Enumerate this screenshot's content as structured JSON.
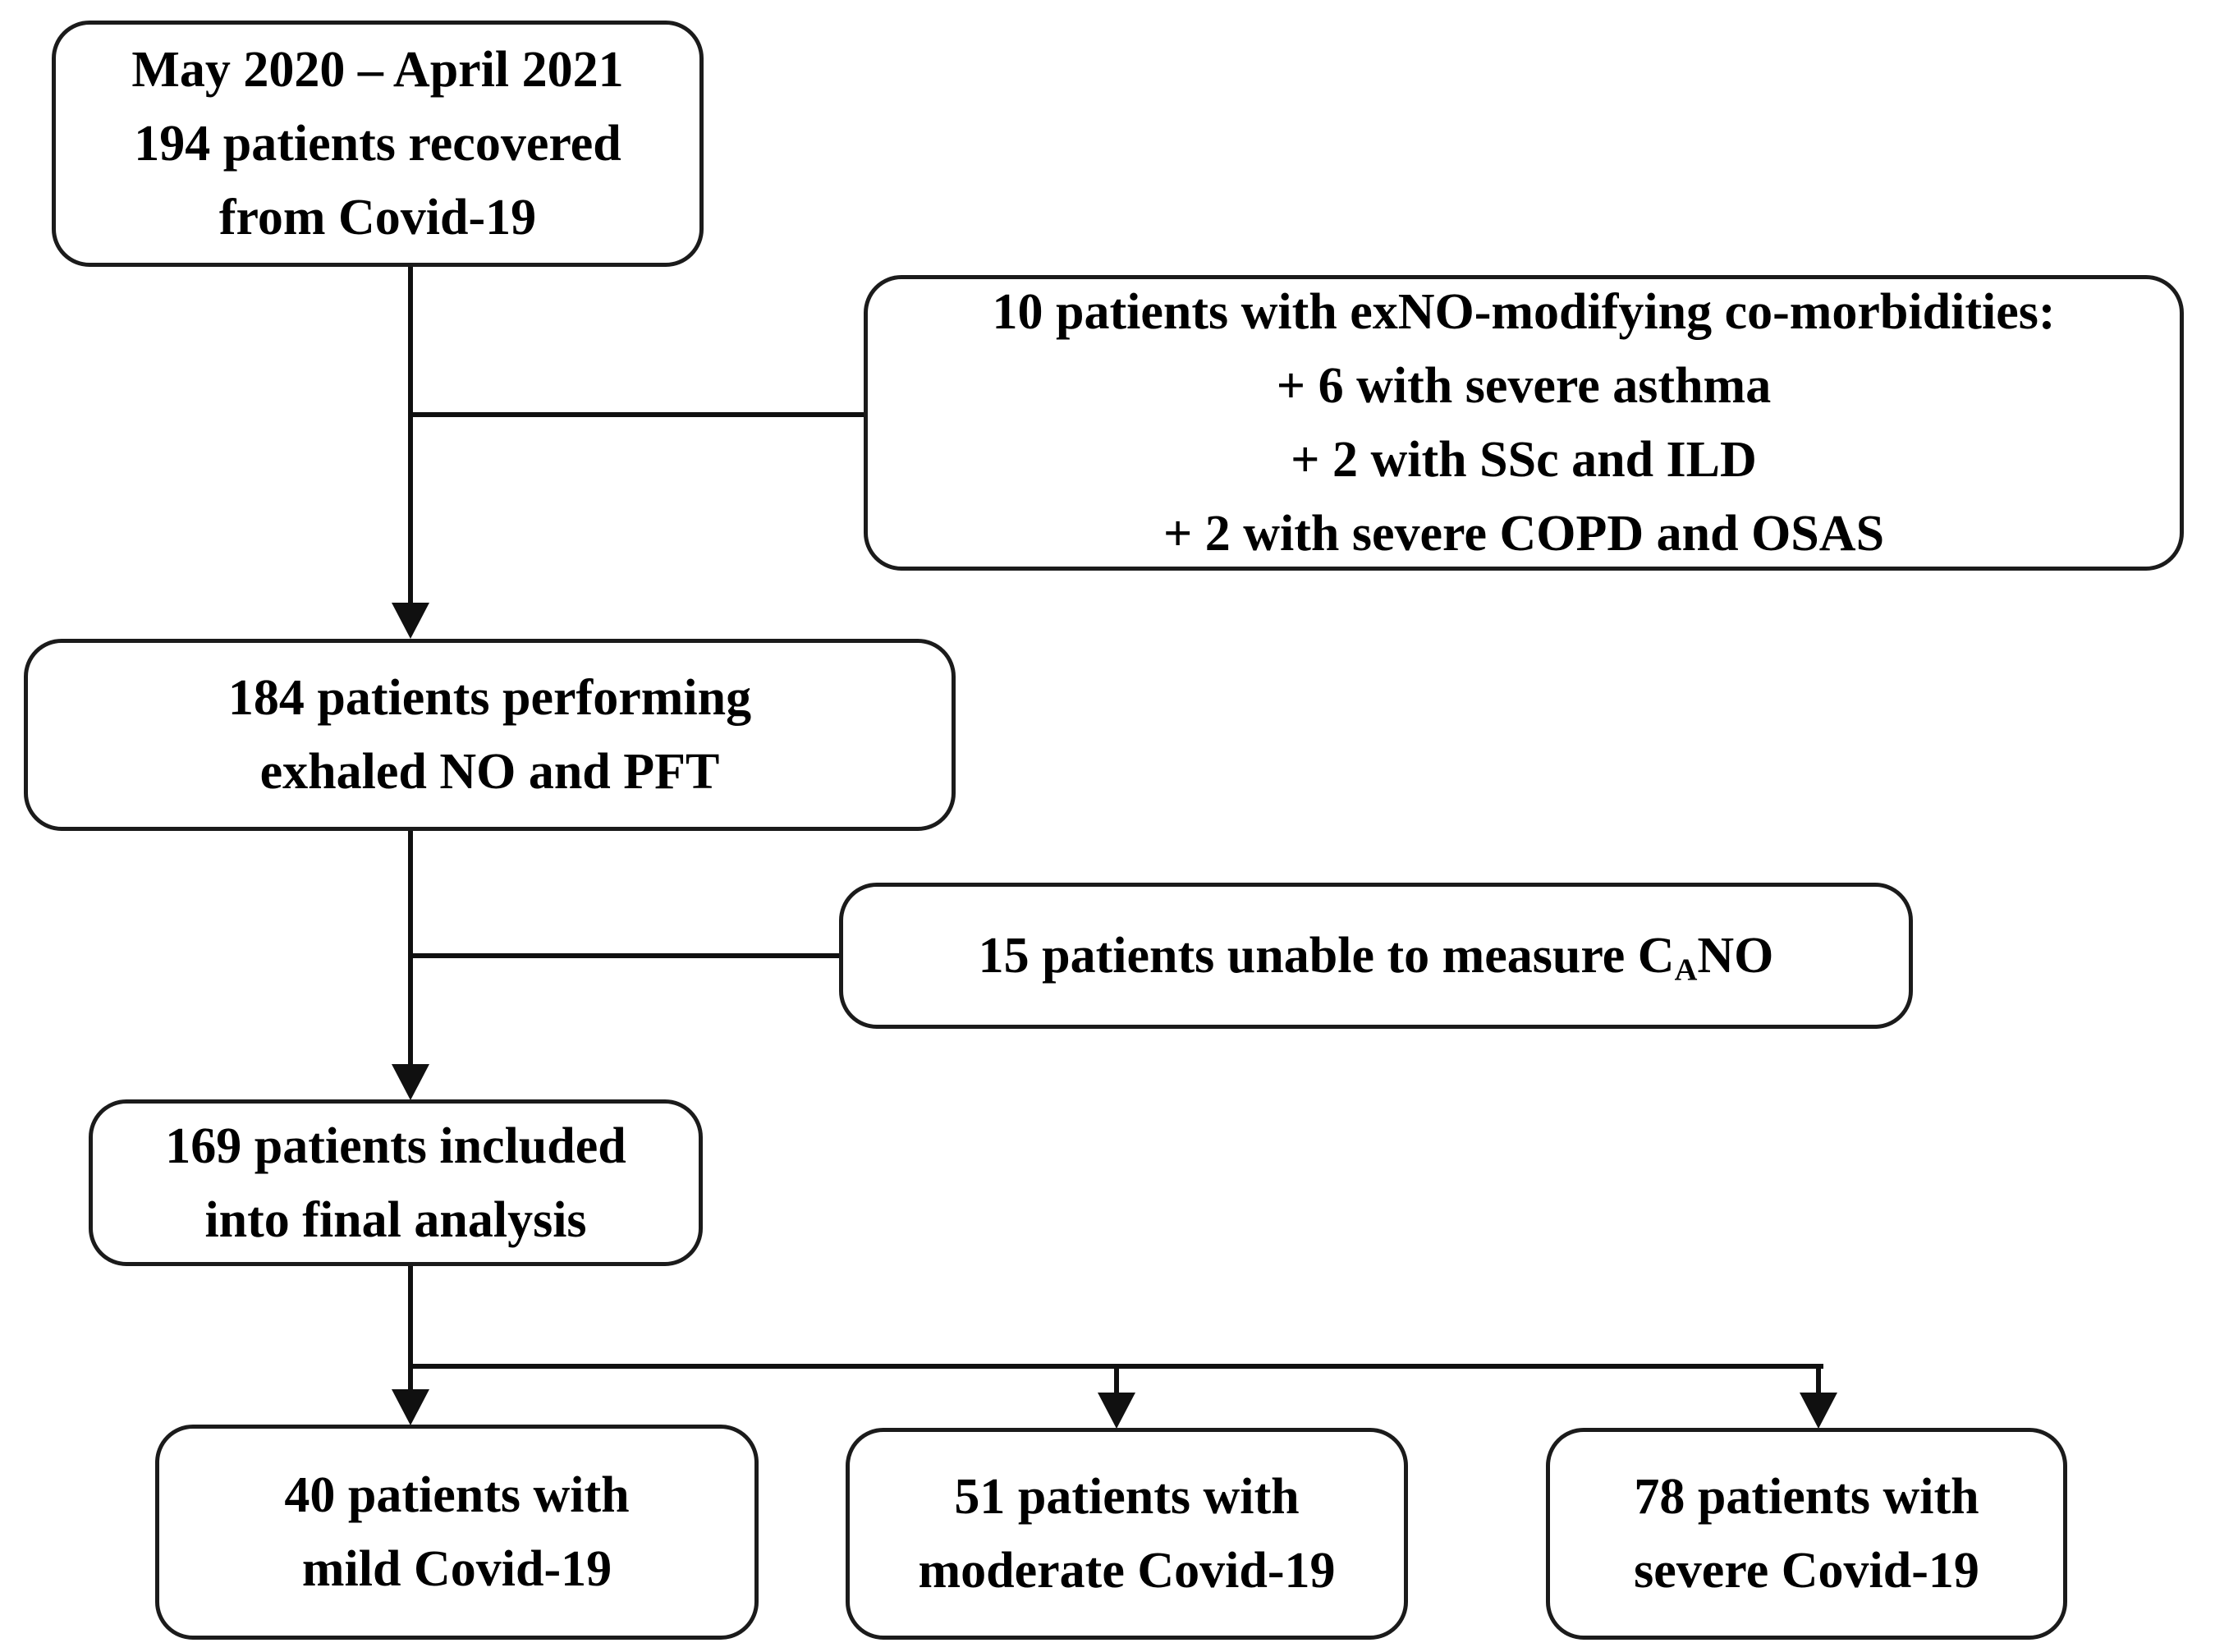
{
  "boxes": {
    "recruited": {
      "lines": [
        "May 2020 – April 2021",
        "194 patients recovered",
        "from Covid-19"
      ]
    },
    "excluded_comorbidities": {
      "lines": [
        "10 patients with exNO-modifying co-morbidities:",
        "+ 6 with severe asthma",
        "+ 2 with SSc and ILD",
        "+ 2 with severe COPD and OSAS"
      ]
    },
    "performed_tests": {
      "lines": [
        "184 patients performing",
        "exhaled NO and PFT"
      ]
    },
    "excluded_cano": {
      "prefix": "15 patients unable to measure C",
      "subscript": "A",
      "suffix": "NO"
    },
    "final_analysis": {
      "lines": [
        "169 patients included",
        "into final analysis"
      ]
    },
    "mild": {
      "lines": [
        "40 patients with",
        "mild Covid-19"
      ]
    },
    "moderate": {
      "lines": [
        "51 patients with",
        "moderate Covid-19"
      ]
    },
    "severe": {
      "lines": [
        "78 patients with",
        "severe Covid-19"
      ]
    }
  },
  "colors": {
    "background": "#ffffff",
    "box_border": "#1b1b1b",
    "text": "#000000",
    "connector": "#101010"
  }
}
